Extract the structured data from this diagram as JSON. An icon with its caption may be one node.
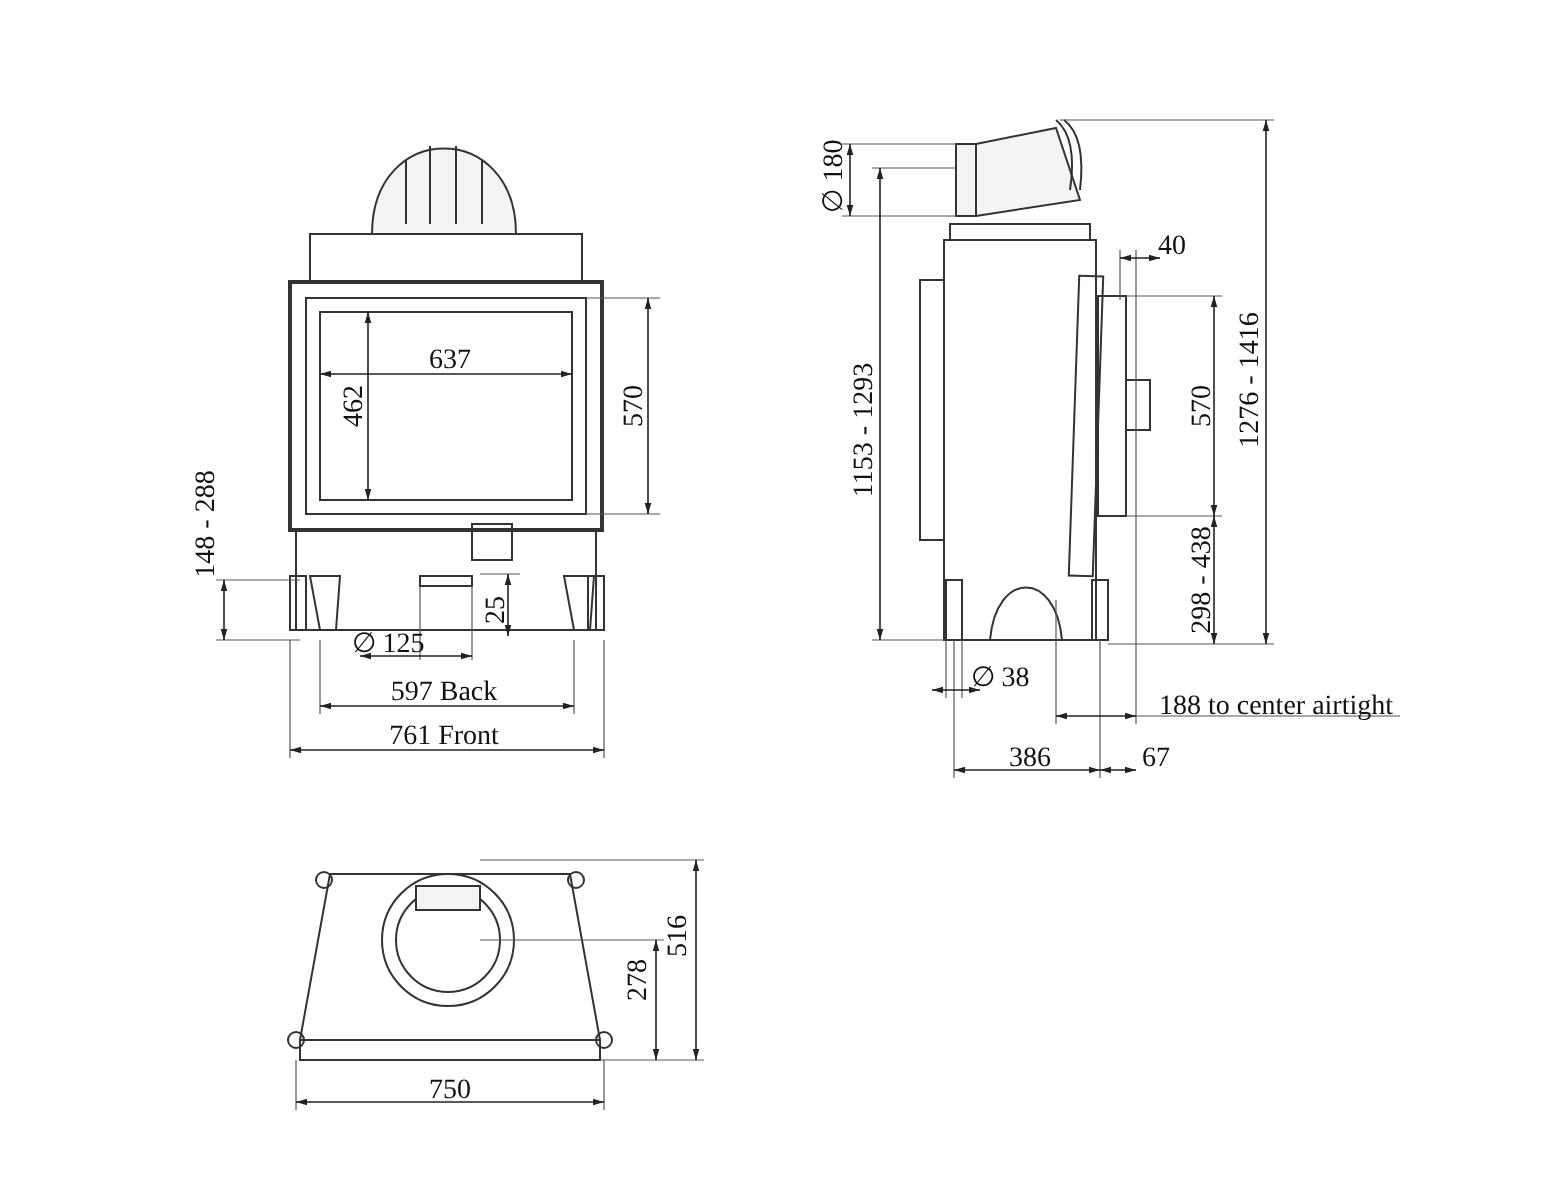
{
  "diagram": {
    "labels": [
      "637",
      "462",
      "570",
      "148 - 288",
      "∅ 125",
      "25",
      "597 Back",
      "761 Front",
      "∅ 180",
      "40",
      "1153 - 1293",
      "570",
      "1276 - 1416",
      "298 - 438",
      "∅ 38",
      "188 to center airtight",
      "386",
      "67",
      "516",
      "278",
      "750"
    ]
  }
}
